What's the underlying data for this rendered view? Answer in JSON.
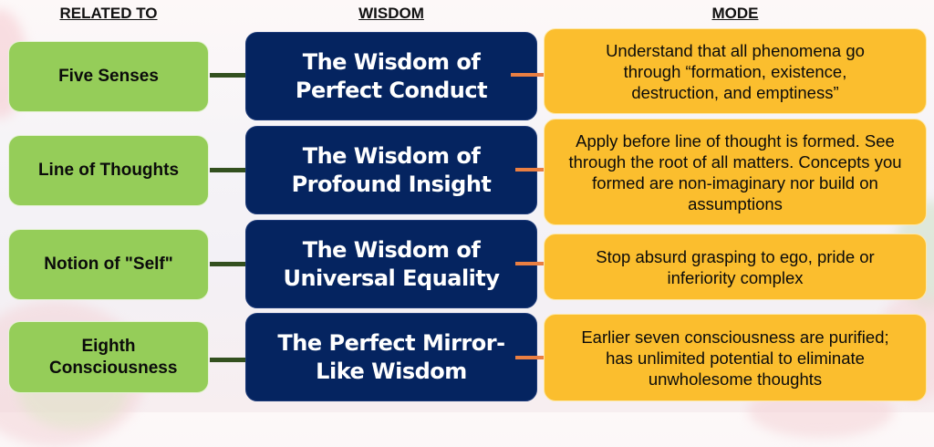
{
  "headers": {
    "related_to": "RELATED TO",
    "wisdom": "WISDOM",
    "mode": "MODE"
  },
  "colors": {
    "related_box": "#95cd59",
    "wisdom_box": "#052460",
    "mode_box": "#fbbe2e",
    "related_connector": "#33501f",
    "mode_connector": "#ea7f42"
  },
  "rows": [
    {
      "related_to": "Five Senses",
      "wisdom": "The Wisdom of Perfect Conduct",
      "mode": "Understand that all phenomena go through “formation, existence, destruction, and emptiness”"
    },
    {
      "related_to": "Line of Thoughts",
      "wisdom": "The Wisdom of Profound Insight",
      "mode": "Apply before line of thought is formed. See through the root of all matters. Concepts you formed are non-imaginary nor build on assumptions"
    },
    {
      "related_to": "Notion of \"Self\"",
      "wisdom": "The Wisdom of Universal Equality",
      "mode": "Stop absurd grasping to ego, pride or inferiority complex"
    },
    {
      "related_to": "Eighth Consciousness",
      "wisdom": "The Perfect Mirror-Like Wisdom",
      "mode": "Earlier seven consciousness are purified; has unlimited potential to eliminate unwholesome thoughts"
    }
  ]
}
